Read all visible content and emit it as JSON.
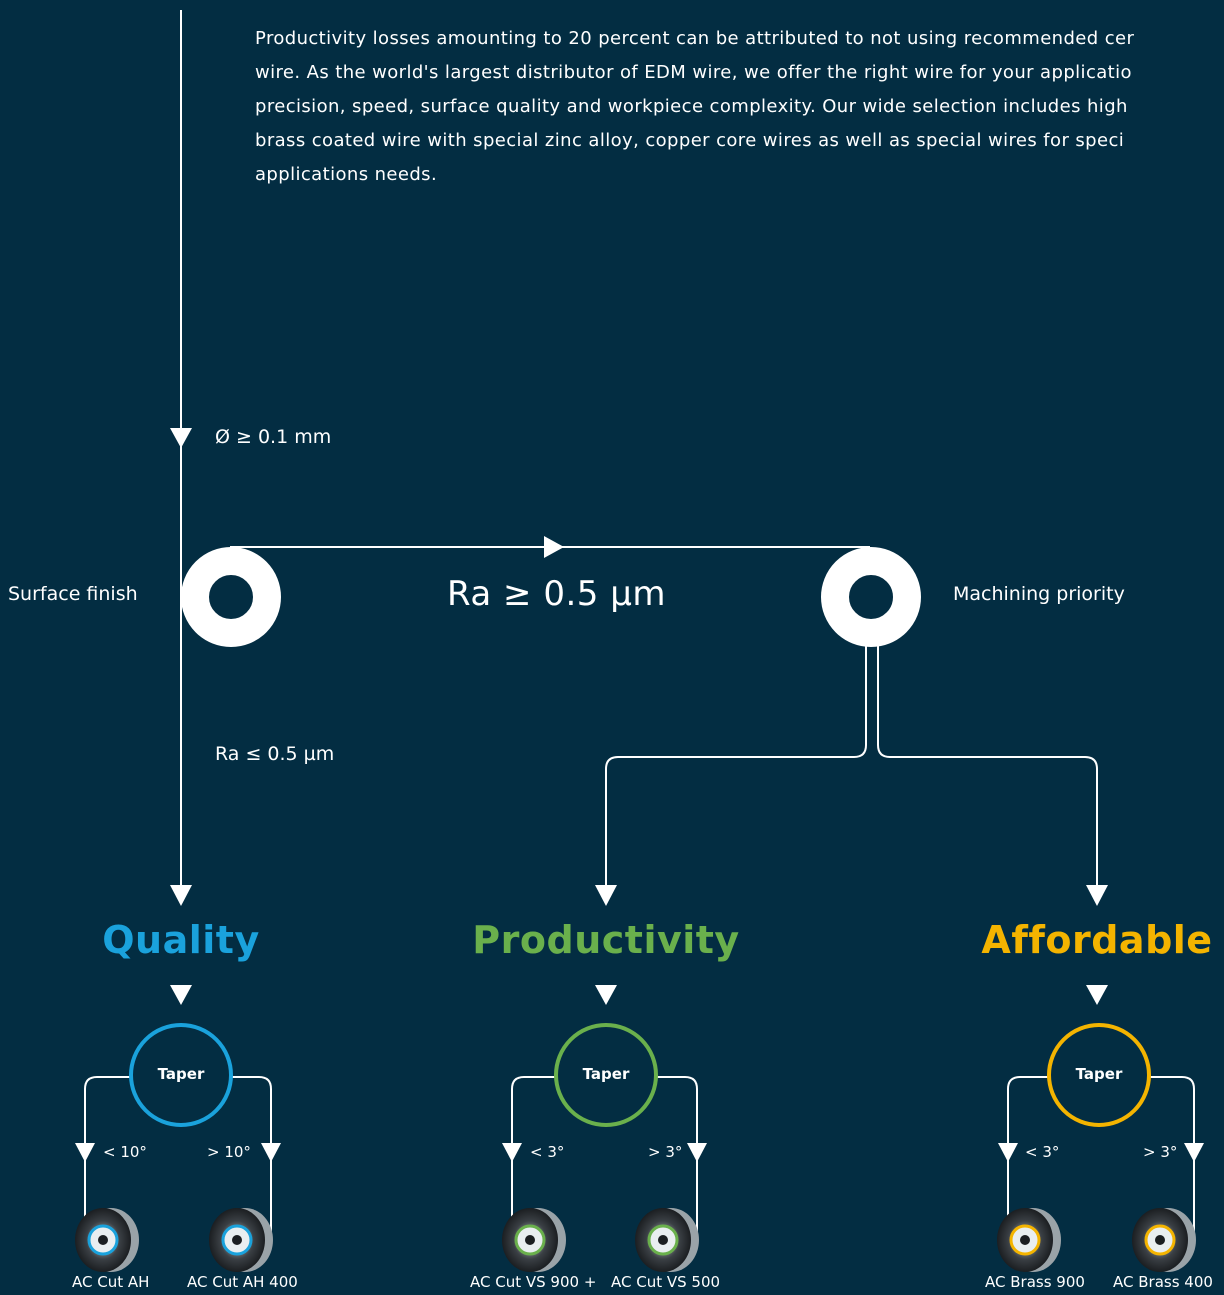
{
  "intro_lines": [
    "Productivity losses amounting to 20 percent can be attributed to not using recommended cer",
    "wire. As the world's largest distributor of EDM wire, we offer the right wire for your applicatio",
    "precision, speed, surface quality and workpiece complexity. Our wide selection includes high",
    "brass coated wire with special zinc alloy, copper core wires as well as special wires for speci",
    "applications needs."
  ],
  "flow": {
    "diameter_label": "Ø ≥ 0.1 mm",
    "surface_finish_label": "Surface finish",
    "rough_branch_label": "Ra ≥ 0.5 µm",
    "fine_branch_label": "Ra ≤ 0.5 µm",
    "machining_priority_label": "Machining priority"
  },
  "categories": [
    {
      "name": "Quality",
      "color": "#1aa2dc",
      "taper_label": "Taper",
      "left_angle": "< 10°",
      "right_angle": "> 10°",
      "left_product": "AC Cut AH",
      "right_product": "AC Cut AH 400"
    },
    {
      "name": "Productivity",
      "color": "#6ab04c",
      "taper_label": "Taper",
      "left_angle": "< 3°",
      "right_angle": "> 3°",
      "left_product": "AC Cut VS 900 +",
      "right_product": "AC Cut VS 500"
    },
    {
      "name": "Affordable",
      "color": "#f4b400",
      "taper_label": "Taper",
      "left_angle": "< 3°",
      "right_angle": "> 3°",
      "left_product": "AC Brass 900",
      "right_product": "AC Brass 400"
    }
  ],
  "icons": {
    "spool_icon": "wire-spool-icon",
    "node_icon": "decision-node-icon",
    "arrow_icon": "arrow-down-icon"
  }
}
